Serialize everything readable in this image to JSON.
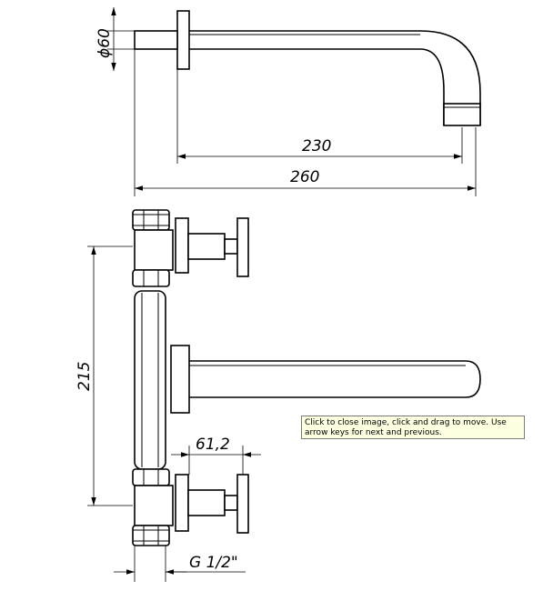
{
  "dimensions": {
    "diameter": "ϕ60",
    "spout_length": "230",
    "total_length": "260",
    "height": "215",
    "depth": "61,2",
    "thread": "G 1/2\""
  },
  "tooltip": {
    "text": "Click to close image, click and drag to move. Use arrow keys for next and previous."
  }
}
